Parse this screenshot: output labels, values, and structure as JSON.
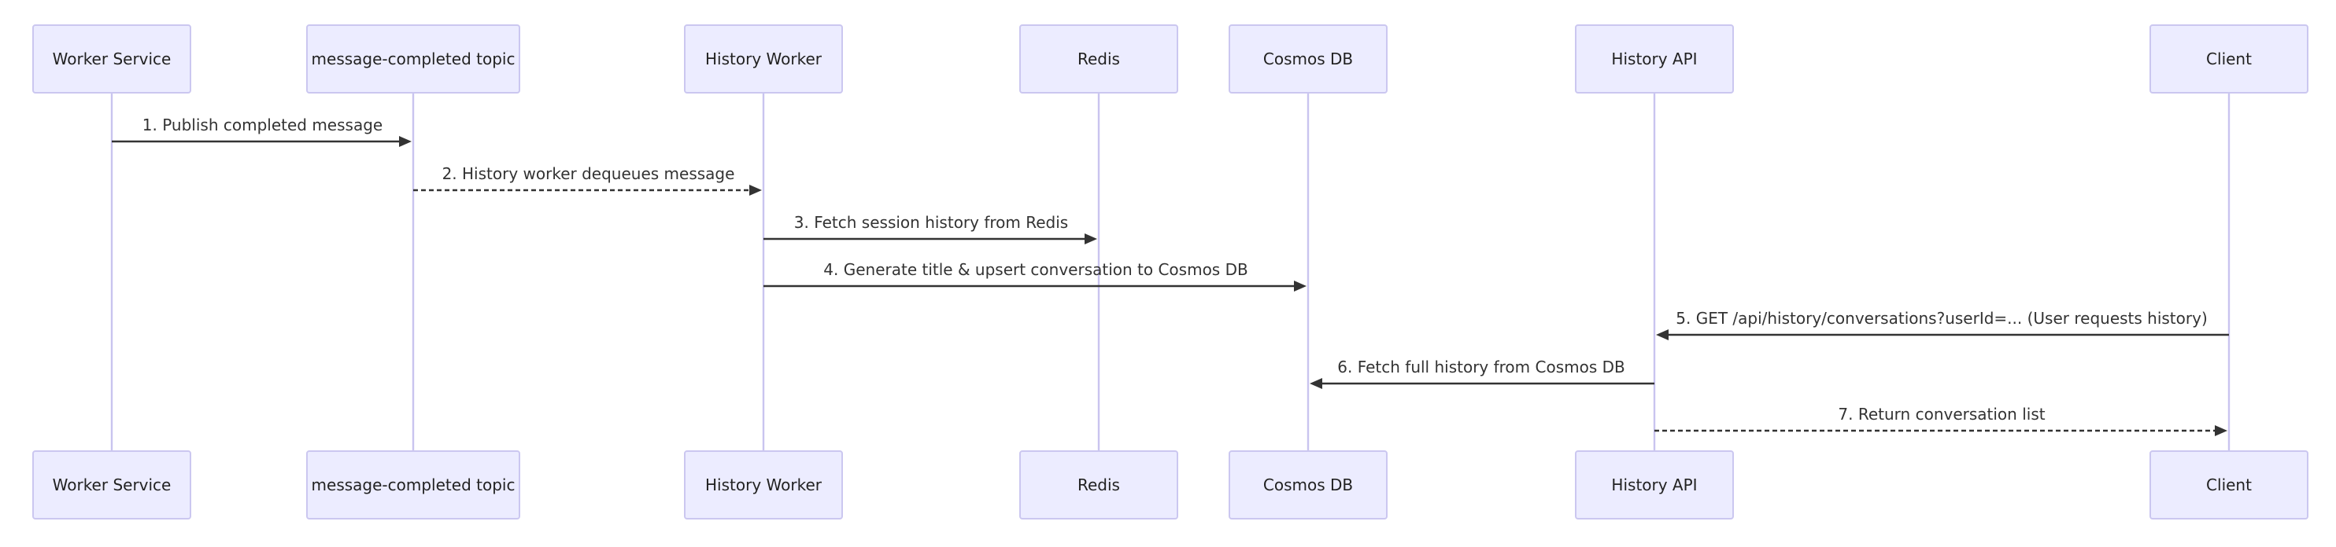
{
  "participants": [
    {
      "id": "worker",
      "label": "Worker Service"
    },
    {
      "id": "topic",
      "label": "message-completed topic"
    },
    {
      "id": "hworker",
      "label": "History Worker"
    },
    {
      "id": "redis",
      "label": "Redis"
    },
    {
      "id": "cosmos",
      "label": "Cosmos DB"
    },
    {
      "id": "hapi",
      "label": "History API"
    },
    {
      "id": "client",
      "label": "Client"
    }
  ],
  "messages": [
    {
      "from": "worker",
      "to": "topic",
      "label": "1. Publish completed message",
      "style": "solid"
    },
    {
      "from": "topic",
      "to": "hworker",
      "label": "2. History worker dequeues message",
      "style": "dashed"
    },
    {
      "from": "hworker",
      "to": "redis",
      "label": "3. Fetch session history from Redis",
      "style": "solid"
    },
    {
      "from": "hworker",
      "to": "cosmos",
      "label": "4. Generate title & upsert conversation to Cosmos DB",
      "style": "solid"
    },
    {
      "from": "client",
      "to": "hapi",
      "label": "5. GET /api/history/conversations?userId=... (User requests history)",
      "style": "solid"
    },
    {
      "from": "hapi",
      "to": "cosmos",
      "label": "6. Fetch full history from Cosmos DB",
      "style": "solid"
    },
    {
      "from": "hapi",
      "to": "client",
      "label": "7. Return conversation list",
      "style": "dashed"
    }
  ]
}
